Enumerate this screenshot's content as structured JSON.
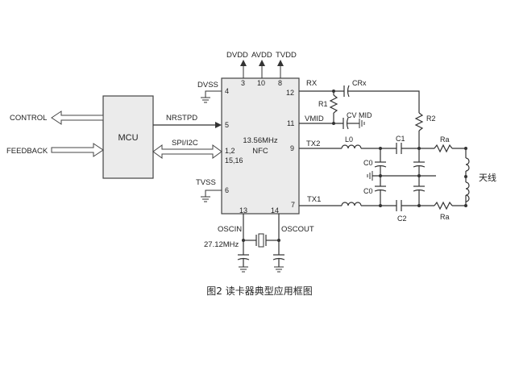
{
  "blocks": {
    "mcu": "MCU",
    "nfc_line1": "13.56MHz",
    "nfc_line2": "NFC"
  },
  "signals": {
    "control": "CONTROL",
    "feedback": "FEEDBACK",
    "nrstpd": "NRSTPD",
    "spi_i2c": "SPI/I2C"
  },
  "pins": {
    "dvdd": "DVDD",
    "avdd": "AVDD",
    "tvdd": "TVDD",
    "dvdd_num": "3",
    "avdd_num": "10",
    "tvdd_num": "8",
    "dvss": "DVSS",
    "dvss_num": "4",
    "nrstpd_num": "5",
    "spi_num_a": "1,2",
    "spi_num_b": "15,16",
    "tvss": "TVSS",
    "tvss_num": "6",
    "rx": "RX",
    "rx_num": "12",
    "vmid": "VMID",
    "vmid_num": "11",
    "tx2": "TX2",
    "tx2_num": "9",
    "tx1": "TX1",
    "tx1_num": "7",
    "oscin": "OSCIN",
    "oscin_num": "13",
    "oscout": "OSCOUT",
    "oscout_num": "14"
  },
  "components": {
    "crx": "CRx",
    "cvmid": "CV MID",
    "r1": "R1",
    "r2": "R2",
    "l0": "L0",
    "c0": "C0",
    "c1": "C1",
    "c2": "C2",
    "ra": "Ra",
    "crystal": "27.12MHz",
    "antenna": "天线"
  },
  "caption": "图2  读卡器典型应用框图"
}
